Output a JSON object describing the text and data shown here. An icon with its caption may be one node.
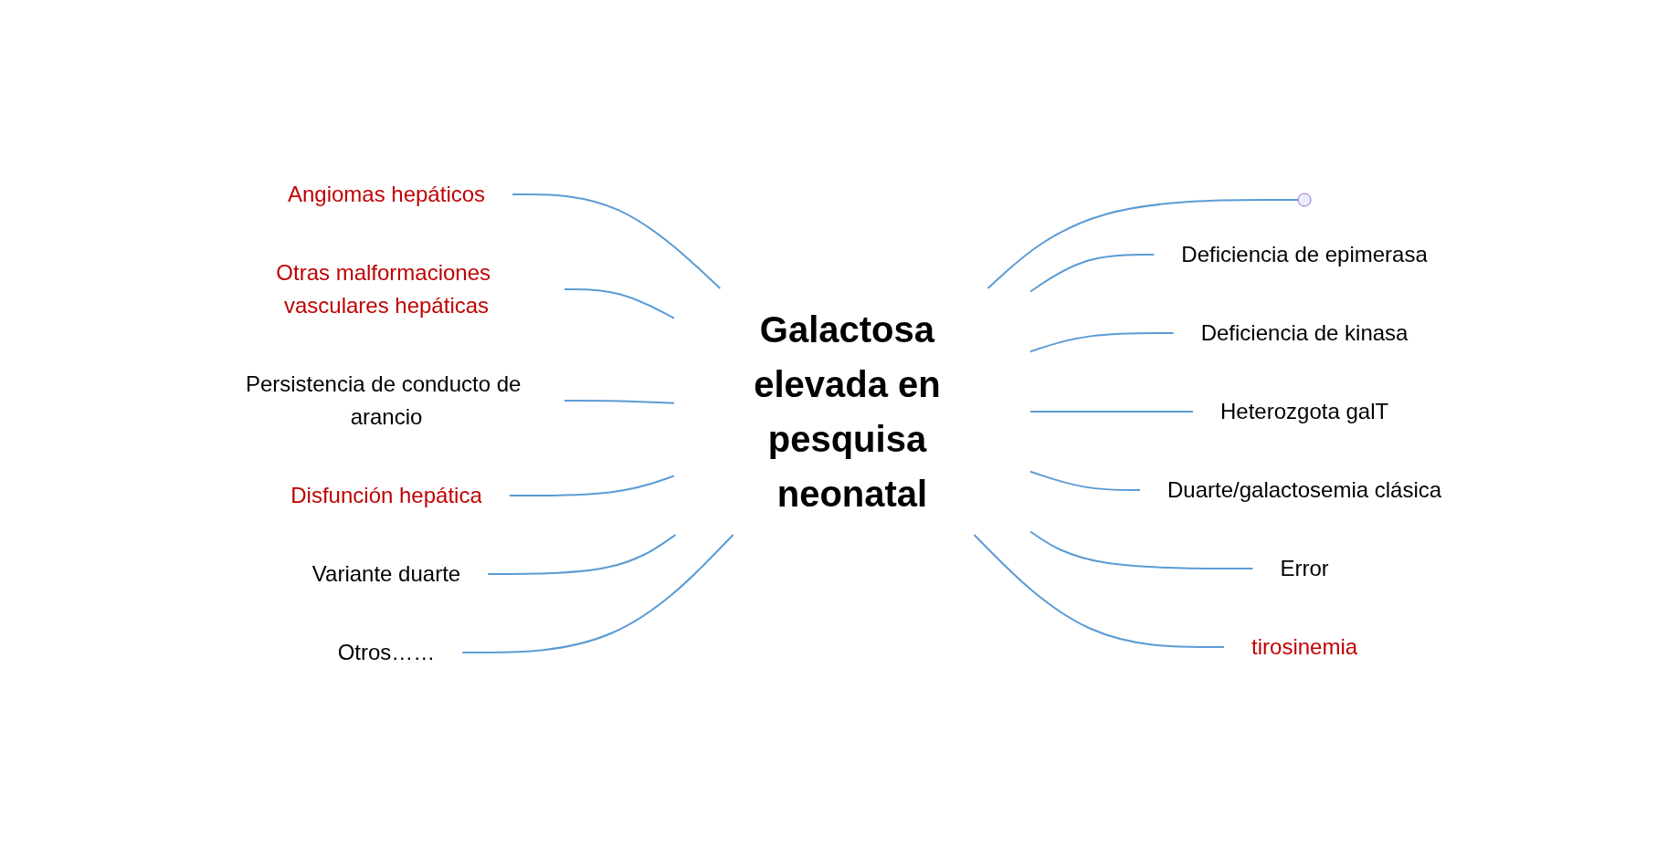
{
  "diagram": {
    "nodes": [
      {
        "text": [
          "Angiomas hepáticos"
        ]
      },
      {
        "text": [
          "Deficiencia de epimerasa"
        ]
      },
      {
        "text": [
          "Otras malformaciones vasculares hepáticas"
        ]
      },
      {
        "text": [
          "Deficiencia de kinasa"
        ]
      },
      {
        "text": [
          "Persistencia de conducto de arancio"
        ]
      },
      {
        "text": [
          "Galactosa elevada en pesquisa neonatal"
        ]
      },
      {
        "text": [
          "Heterozgota galT"
        ]
      },
      {
        "text": [
          "Disfunción hepática"
        ]
      },
      {
        "text": [
          "Duarte/galactosemia clásica"
        ]
      },
      {
        "text": [
          "tirosinemia"
        ]
      },
      {
        "text": [
          "Variante duarte"
        ]
      },
      {
        "text": [
          "Error"
        ]
      },
      {
        "text": [
          "Otros……"
        ]
      }
    ],
    "edges": [
      {
        "from": 5,
        "to": null,
        "arrow": "none"
      },
      {
        "from": 0,
        "to": 5,
        "arrow": "none"
      },
      {
        "from": 2,
        "to": 5,
        "arrow": "none"
      },
      {
        "from": 5,
        "to": 1,
        "arrow": "none"
      },
      {
        "from": 4,
        "to": 5,
        "arrow": "none"
      },
      {
        "from": 7,
        "to": 5,
        "arrow": "none"
      },
      {
        "from": 10,
        "to": 5,
        "arrow": "none"
      },
      {
        "from": 5,
        "to": 3,
        "arrow": "none"
      },
      {
        "from": 5,
        "to": 6,
        "arrow": "none"
      },
      {
        "from": 5,
        "to": 8,
        "arrow": "none"
      },
      {
        "from": 12,
        "to": 5,
        "arrow": "none"
      },
      {
        "from": 5,
        "to": 11,
        "arrow": "none"
      },
      {
        "from": 5,
        "to": 9,
        "arrow": "none"
      }
    ]
  }
}
